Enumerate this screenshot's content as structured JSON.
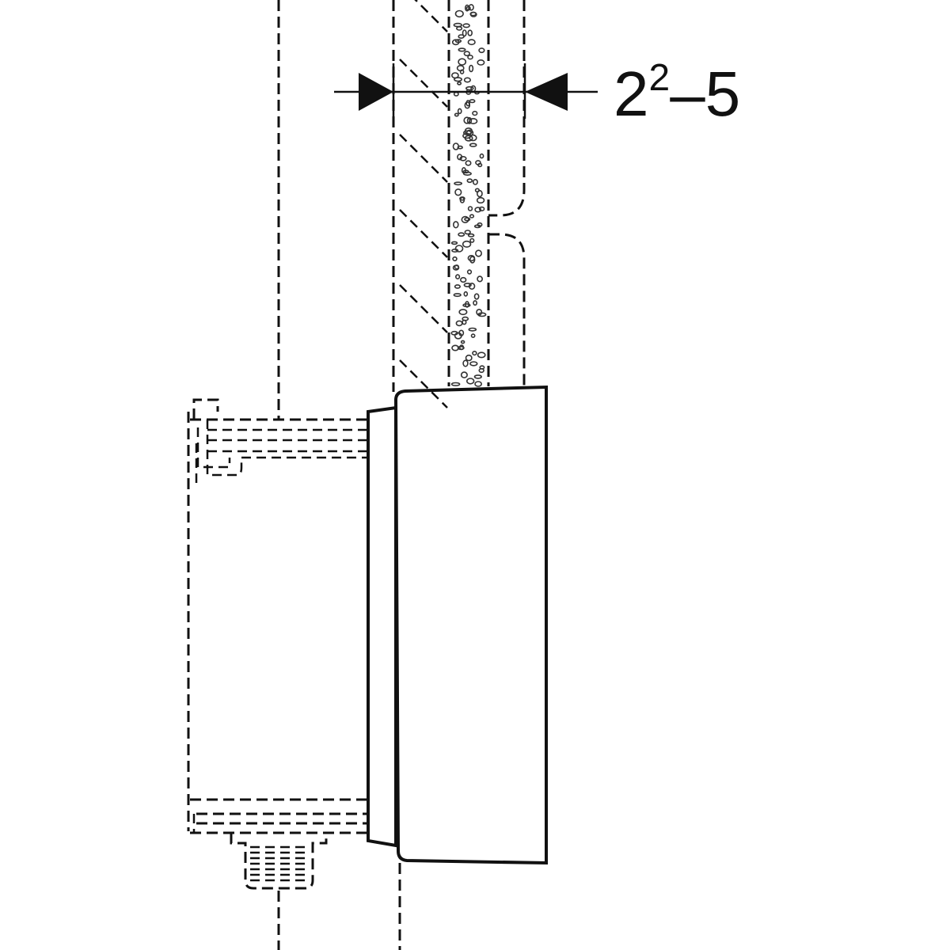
{
  "dimension": {
    "base": "2",
    "sup": "2",
    "rest": "–5"
  }
}
